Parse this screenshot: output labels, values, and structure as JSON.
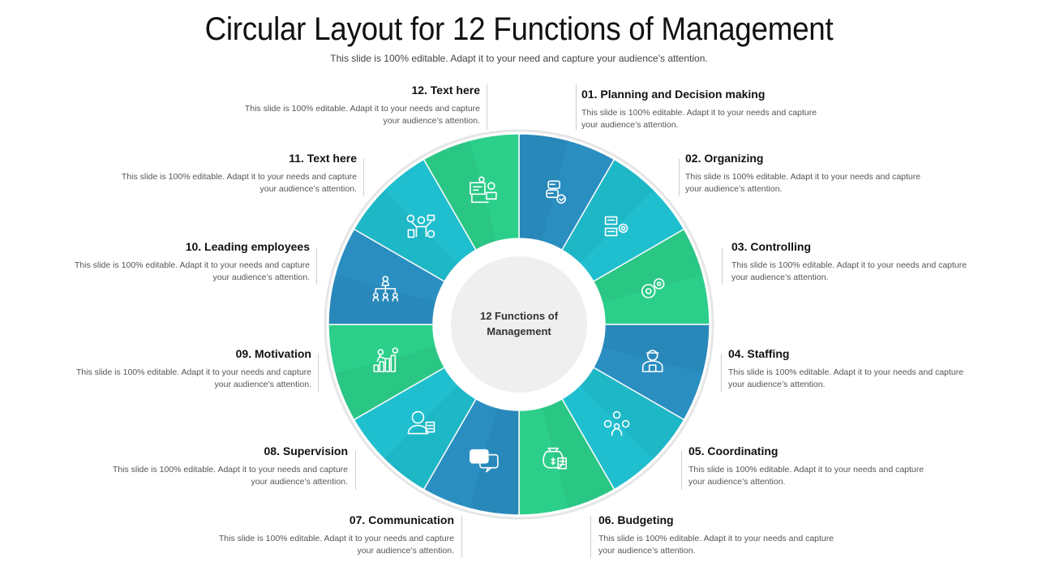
{
  "title": "Circular Layout for 12 Functions of Management",
  "subtitle": "This slide is 100% editable. Adapt it to your need and capture your audience’s attention.",
  "center_label_line1": "12 Functions of",
  "center_label_line2": "Management",
  "colors": {
    "blue": "#2a8ec1",
    "teal": "#1fbfcf",
    "green": "#2ccf8a",
    "center": "#efefef",
    "ring": "#e6e6e6"
  },
  "items": [
    {
      "heading": "01. Planning and Decision making",
      "text_l1": "This slide is 100% editable. Adapt it to your needs and capture",
      "text_l2": "your audience’s attention.",
      "icon": "planning-icon",
      "color": "blue"
    },
    {
      "heading": "02. Organizing",
      "text_l1": "This slide is 100% editable. Adapt it to your needs and capture",
      "text_l2": "your audience’s attention.",
      "icon": "organizing-icon",
      "color": "teal"
    },
    {
      "heading": "03. Controlling",
      "text_l1": "This slide is 100% editable. Adapt it to your needs and capture",
      "text_l2": "your audience’s attention.",
      "icon": "gears-icon",
      "color": "green"
    },
    {
      "heading": "04. Staffing",
      "text_l1": "This slide is 100% editable. Adapt it to your needs and capture",
      "text_l2": "your audience’s attention.",
      "icon": "worker-icon",
      "color": "blue"
    },
    {
      "heading": "05. Coordinating",
      "text_l1": "This slide is 100% editable. Adapt it to your needs and capture",
      "text_l2": "your audience’s attention.",
      "icon": "coordination-icon",
      "color": "teal"
    },
    {
      "heading": "06. Budgeting",
      "text_l1": "This slide is 100% editable. Adapt it to your needs and capture",
      "text_l2": "your audience’s attention.",
      "icon": "money-bag-calculator-icon",
      "color": "green"
    },
    {
      "heading": "07. Communication",
      "text_l1": "This slide is 100% editable. Adapt it to your needs and capture",
      "text_l2": "your audience’s attention.",
      "icon": "chat-bubbles-icon",
      "color": "blue"
    },
    {
      "heading": "08. Supervision",
      "text_l1": "This slide is 100% editable. Adapt it to your needs and capture",
      "text_l2": "your audience’s attention.",
      "icon": "supervisor-icon",
      "color": "teal"
    },
    {
      "heading": "09. Motivation",
      "text_l1": "This slide is 100% editable. Adapt it to your needs and capture",
      "text_l2": "your audience’s attention.",
      "icon": "climbing-bars-icon",
      "color": "green"
    },
    {
      "heading": "10. Leading employees",
      "text_l1": "This slide is 100% editable. Adapt it to your needs and capture",
      "text_l2": "your audience’s attention.",
      "icon": "org-chart-icon",
      "color": "blue"
    },
    {
      "heading": "11. Text here",
      "text_l1": "This slide is 100% editable. Adapt it to your needs and capture",
      "text_l2": "your audience’s attention.",
      "icon": "presenter-icon",
      "color": "teal"
    },
    {
      "heading": "12. Text here",
      "text_l1": "This slide is 100% editable. Adapt it to your needs and capture",
      "text_l2": "your audience’s attention.",
      "icon": "training-icon",
      "color": "green"
    }
  ]
}
